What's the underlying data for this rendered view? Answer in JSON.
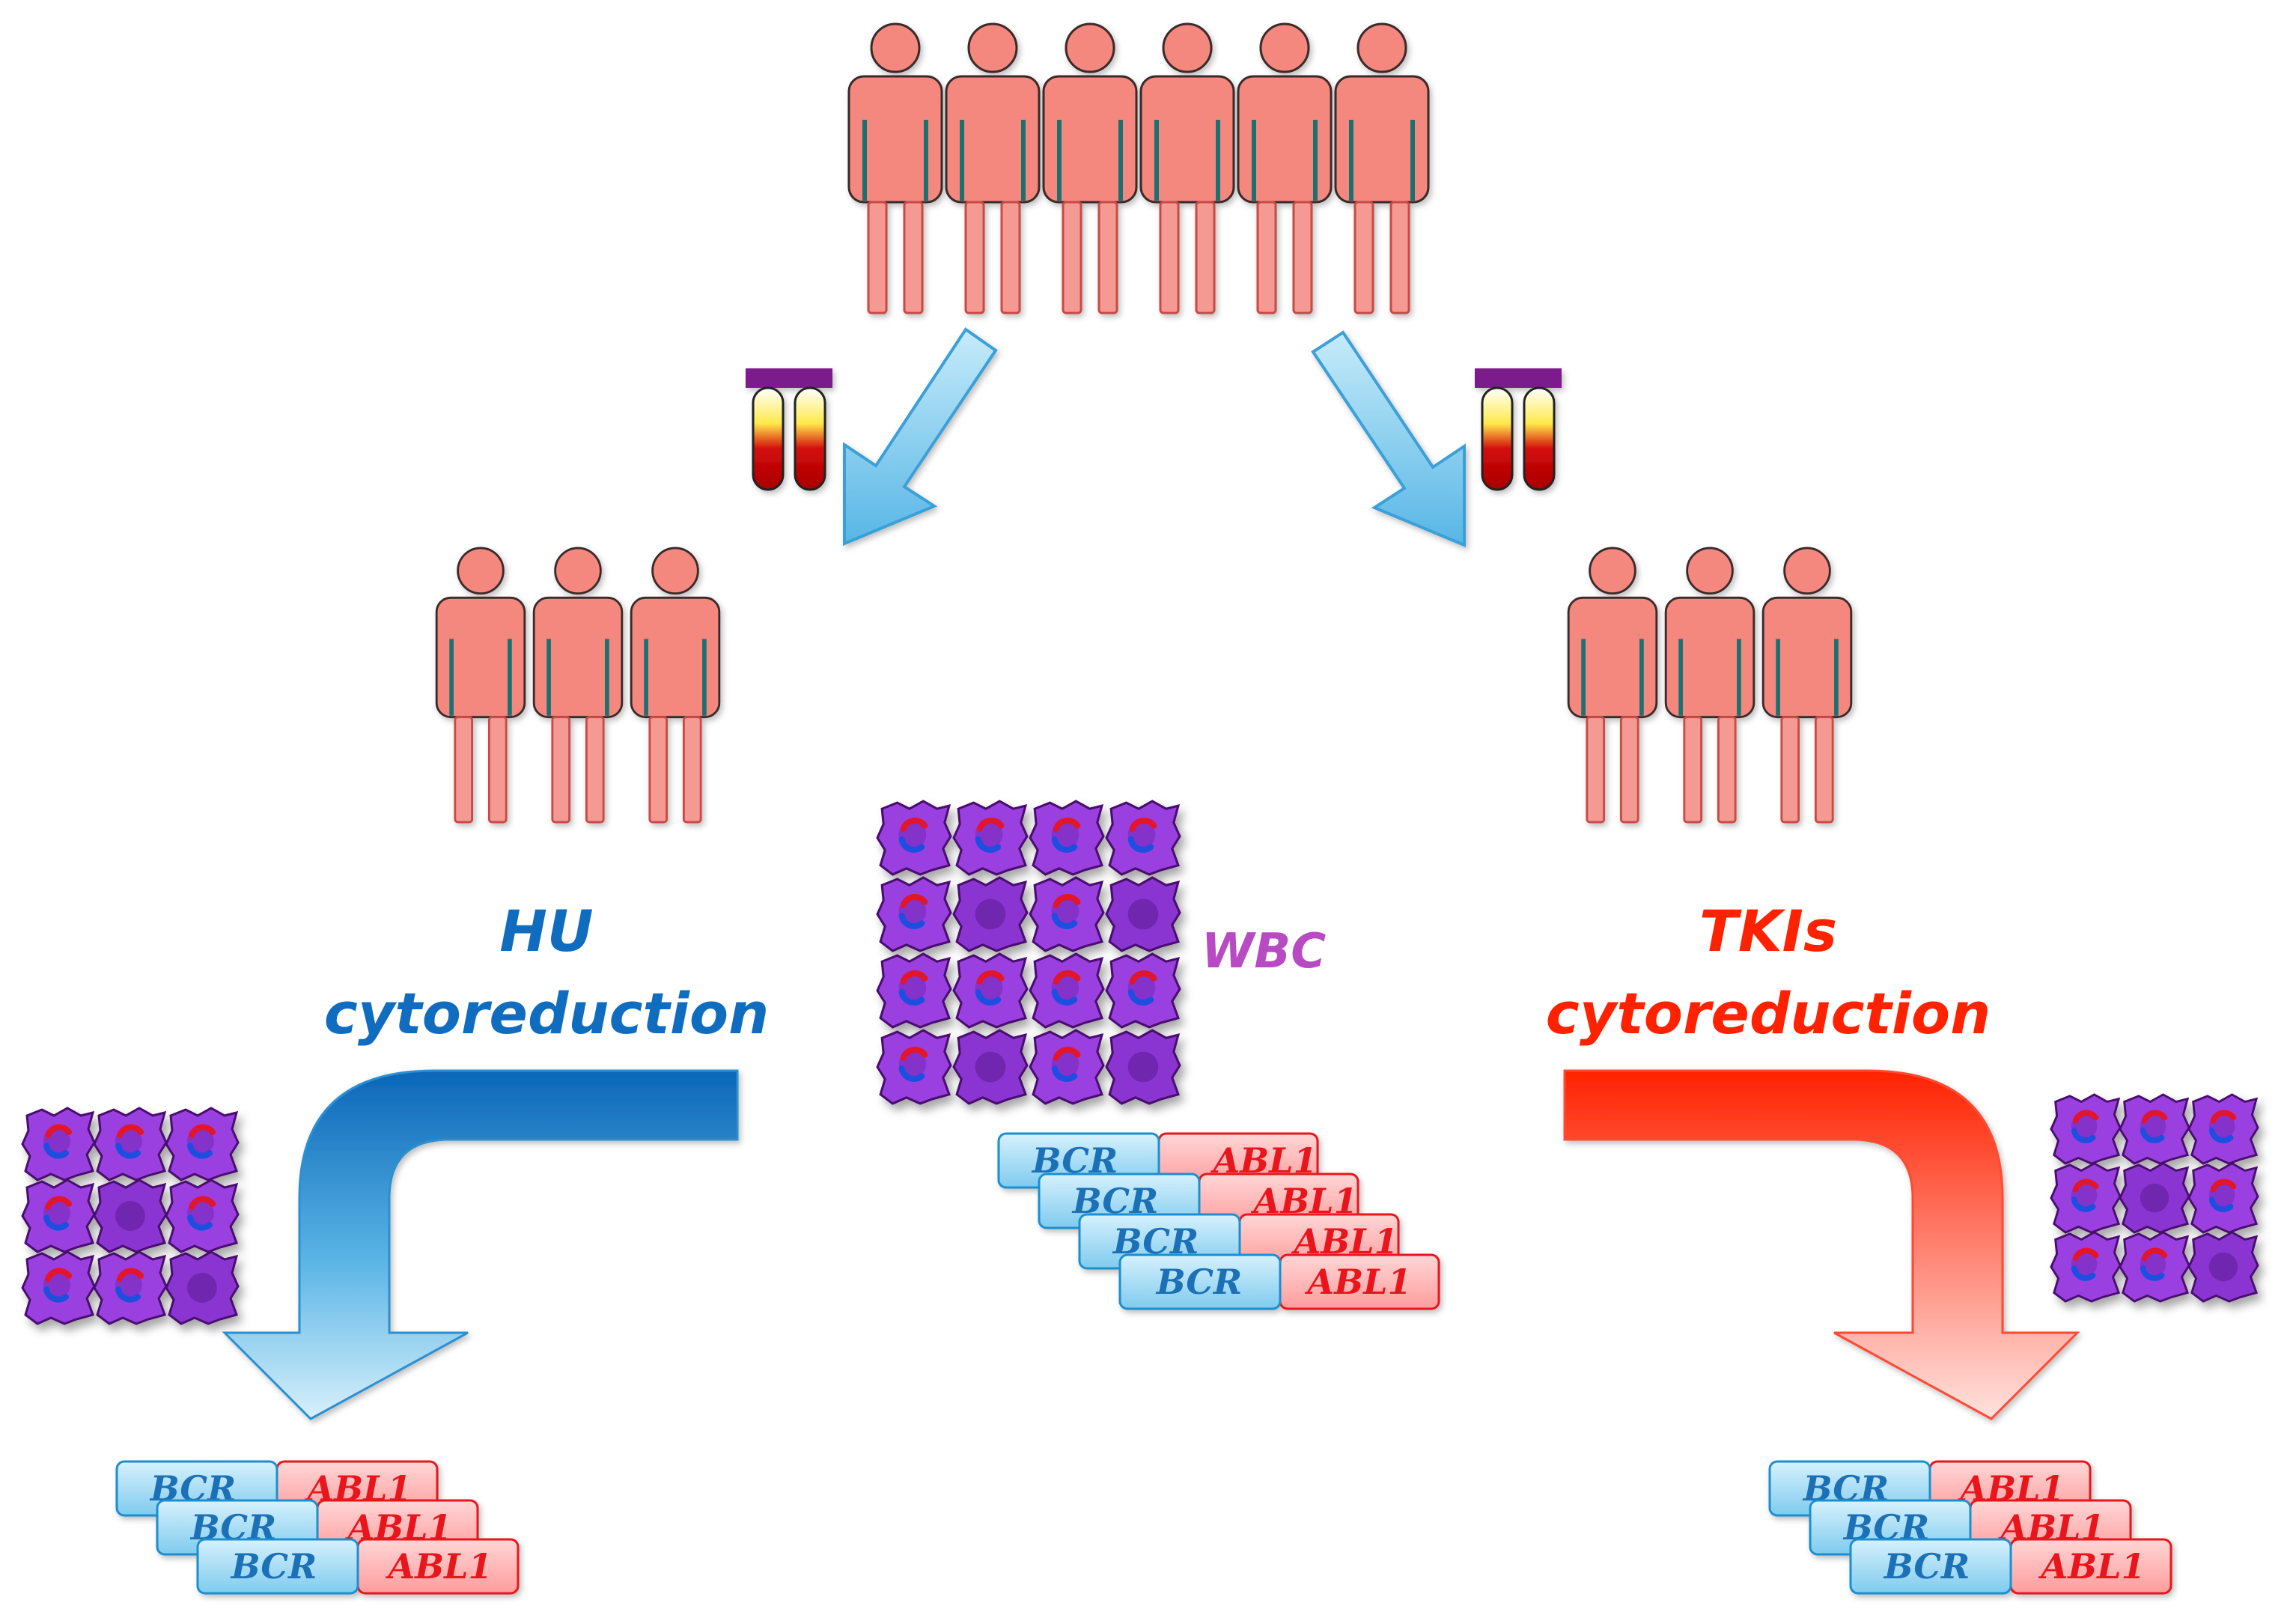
{
  "labels": {
    "hu_line1": "HU",
    "hu_line2": "cytoreduction",
    "tki_line1": "TKIs",
    "tki_line2": "cytoreduction",
    "wbc": "WBC"
  },
  "genes": {
    "bcr": "BCR",
    "abl1": "ABL1"
  },
  "colors": {
    "person_fill": "#f4877e",
    "person_stroke": "#3a2a2a",
    "person_stripe": "#1b6f6f",
    "hu_blue": "#0f6cbf",
    "tki_red": "#ff2200",
    "wbc_purple": "#b84ac4",
    "cell_purple": "#9b3fe0",
    "bcr_fill": "#a9dcf5",
    "bcr_text": "#1a6fb5",
    "abl1_fill": "#ffb0b0",
    "abl1_text": "#e8141b",
    "down_arrow": "#9fd6f2",
    "tube_cap": "#7b1a8c"
  },
  "icons": [
    "person-icon",
    "blood-tube-icon",
    "down-arrow-icon",
    "curved-arrow-icon",
    "cell-cluster-icon",
    "fusion-gene-icon"
  ]
}
